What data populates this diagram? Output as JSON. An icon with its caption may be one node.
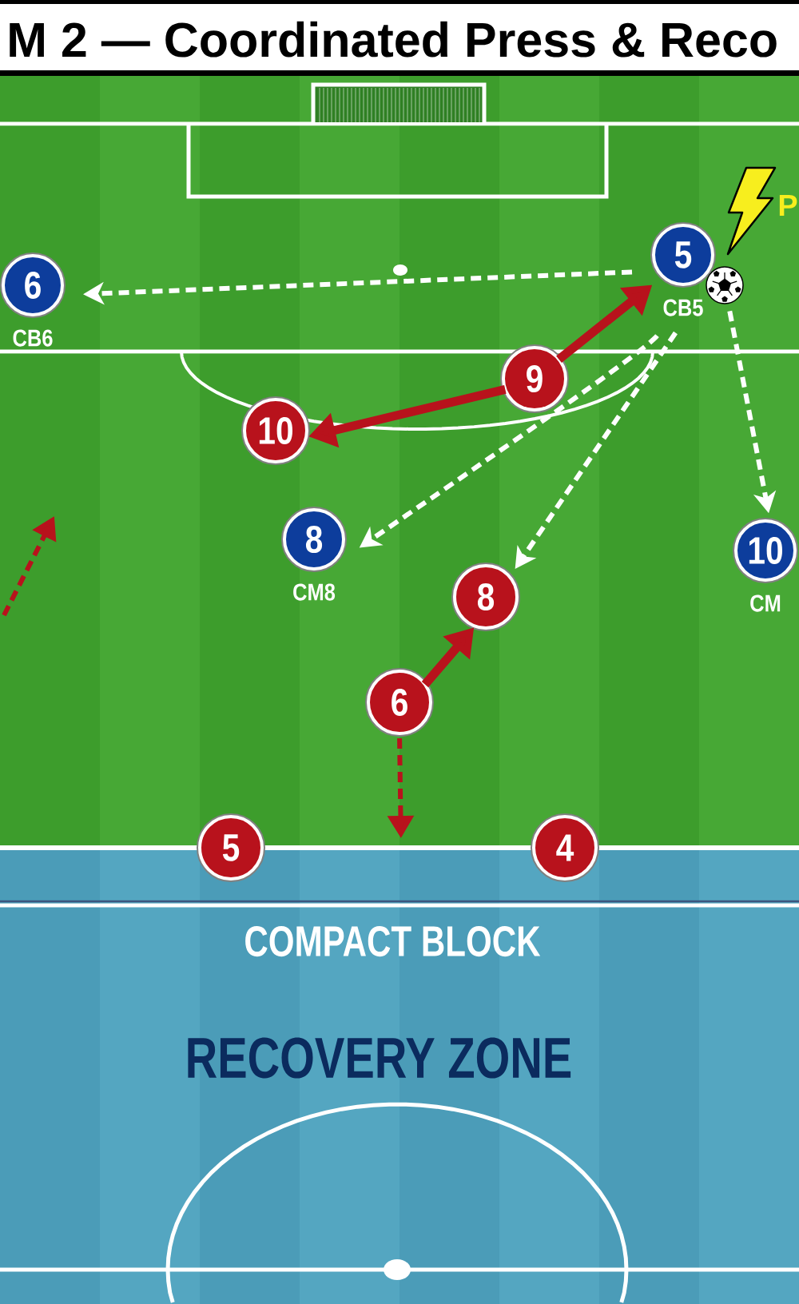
{
  "diagram": {
    "title": "M 2 — Coordinated Press & Reco",
    "nodes": [
      {
        "text": [
          "6"
        ],
        "beside": [
          "CB6"
        ]
      },
      {
        "text": [
          "5"
        ],
        "beside": [
          "CB5"
        ]
      },
      {
        "text": [],
        "shape": "ball"
      },
      {
        "text": [
          "9"
        ]
      },
      {
        "text": [
          "10"
        ]
      },
      {
        "text": [
          "8"
        ],
        "beside": [
          "CM8"
        ]
      },
      {
        "text": [
          "10"
        ],
        "beside": [
          "CM"
        ]
      },
      {
        "text": [
          "8"
        ]
      },
      {
        "text": [
          "6"
        ]
      },
      {
        "text": [
          "5"
        ]
      },
      {
        "text": [
          "4"
        ]
      },
      {
        "text": [
          "COMPACT BLOCK",
          "RECOVERY ZONE"
        ]
      }
    ],
    "edges": [
      {
        "from": 1,
        "to": 0,
        "arrow": "to",
        "style": "dashed"
      },
      {
        "from": 3,
        "to": 1,
        "arrow": "to",
        "style": "thick",
        "color": "#b8121c"
      },
      {
        "from": 3,
        "to": 4,
        "arrow": "to",
        "style": "thick",
        "color": "#b8121c"
      },
      {
        "from": 2,
        "to": 6,
        "arrow": "to",
        "style": "dashed"
      },
      {
        "from": 1,
        "to": 7,
        "arrow": "to",
        "style": "dashed"
      },
      {
        "from": 1,
        "to": 5,
        "arrow": "to",
        "style": "dashed"
      },
      {
        "from": 8,
        "to": 7,
        "arrow": "to",
        "style": "thick",
        "color": "#b8121c"
      },
      {
        "from": 8,
        "to": 11,
        "arrow": "to",
        "style": "dashed",
        "color": "#b8121c"
      }
    ],
    "labels": [
      "P"
    ]
  }
}
